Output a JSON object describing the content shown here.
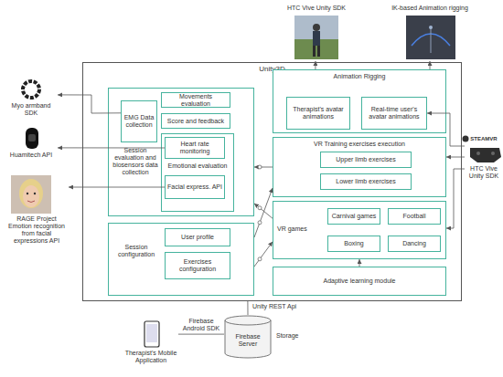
{
  "diagram": {
    "nodes": [
      {
        "text": [
          "HTC Vive Unity SDK"
        ]
      },
      {
        "text": [
          "IK-based Animation rigging"
        ]
      },
      {
        "text": [
          "Myo armband SDK"
        ]
      },
      {
        "text": [
          "Huamitech API"
        ]
      },
      {
        "text": [
          "RAGE Project Emotion recognition from facial expressions API"
        ]
      },
      {
        "text": [
          "Unity3D"
        ]
      },
      {
        "text": [
          "Session evaluation and biosensors data collection"
        ],
        "in": 5
      },
      {
        "text": [
          "EMG Data collection"
        ],
        "in": 6
      },
      {
        "text": [
          "Movements evaluation"
        ],
        "in": 6
      },
      {
        "text": [
          "Score and feedback"
        ],
        "in": 6
      },
      {
        "text": [
          "Emotional evaluation"
        ],
        "in": 6
      },
      {
        "text": [
          "Heart rate monitoring"
        ],
        "in": 10
      },
      {
        "text": [
          "Facial express. API"
        ],
        "in": 10
      },
      {
        "text": [
          "Session configuration"
        ],
        "in": 5
      },
      {
        "text": [
          "User profile"
        ],
        "in": 13
      },
      {
        "text": [
          "Exercises configuration"
        ],
        "in": 13
      },
      {
        "text": [
          "Animation Rigging"
        ],
        "in": 5
      },
      {
        "text": [
          "Therapist's avatar animations"
        ],
        "in": 16
      },
      {
        "text": [
          "Real-time user's avatar animations"
        ],
        "in": 16
      },
      {
        "text": [
          "VR Training exercises execution"
        ],
        "in": 5
      },
      {
        "text": [
          "Upper limb exercises"
        ],
        "in": 19
      },
      {
        "text": [
          "Lower limb exercises"
        ],
        "in": 19
      },
      {
        "text": [
          "VR games"
        ],
        "in": 5
      },
      {
        "text": [
          "Carnival games"
        ],
        "in": 22
      },
      {
        "text": [
          "Football"
        ],
        "in": 22
      },
      {
        "text": [
          "Boxing"
        ],
        "in": 22
      },
      {
        "text": [
          "Dancing"
        ],
        "in": 22
      },
      {
        "text": [
          "Adaptive learning module"
        ],
        "in": 5
      },
      {
        "text": [
          "STEAMVR",
          "HTC Vive Unity SDK"
        ]
      },
      {
        "text": [
          "Firebase Server"
        ]
      },
      {
        "text": [
          "Therapist's Mobile Application"
        ]
      }
    ],
    "edges": [
      {
        "from": 16,
        "to": 0,
        "arrow": "to"
      },
      {
        "from": 16,
        "to": 1,
        "arrow": "to"
      },
      {
        "from": 7,
        "to": 2,
        "arrow": "to"
      },
      {
        "from": 11,
        "to": 3,
        "arrow": "to"
      },
      {
        "from": 12,
        "to": 4,
        "arrow": "to"
      },
      {
        "from": 28,
        "to": 18,
        "arrow": "to"
      },
      {
        "from": 28,
        "to": 19,
        "arrow": "to"
      },
      {
        "from": 28,
        "to": 22,
        "arrow": "to"
      },
      {
        "from": 19,
        "to": 6,
        "arrow": "to"
      },
      {
        "from": 22,
        "to": 6,
        "arrow": "to"
      },
      {
        "from": 13,
        "to": 19,
        "arrow": "to"
      },
      {
        "from": 13,
        "to": 22,
        "arrow": "to"
      },
      {
        "from": 27,
        "to": 22,
        "arrow": "to"
      },
      {
        "from": 5,
        "to": 29,
        "label": "Unity REST Api",
        "arrow": "none"
      },
      {
        "from": 30,
        "to": 29,
        "label": "Firebase Android SDK",
        "arrow": "none"
      }
    ],
    "labels": [
      "Storage"
    ]
  }
}
